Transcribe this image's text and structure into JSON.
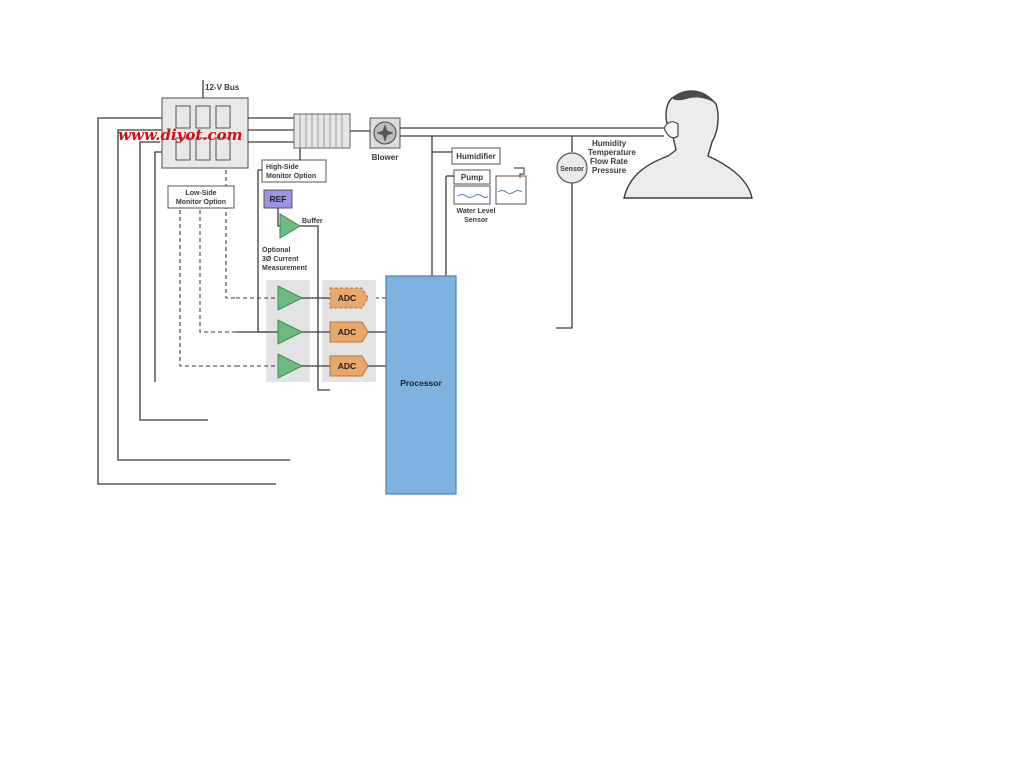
{
  "watermark": "www.diyot.com",
  "bus": {
    "label": "12-V Bus"
  },
  "power_stage": {
    "low_side_monitor": [
      "Low-Side",
      "Monitor Option"
    ],
    "high_side_monitor": [
      "High-Side",
      "Monitor Option"
    ]
  },
  "blower": {
    "label": "Blower"
  },
  "humidifier": {
    "label": "Humidifier"
  },
  "pump": {
    "label": "Pump"
  },
  "water_level_sensor": [
    "Water Level",
    "Sensor"
  ],
  "sensor": {
    "label": "Sensor",
    "measurements": [
      "Humidity",
      "Temperature",
      "Flow Rate",
      "Pressure"
    ]
  },
  "current_sense": {
    "ref_label": "REF",
    "buffer_label": "Buffer",
    "optional_label": [
      "Optional",
      "3Ø Current",
      "Measurement"
    ],
    "adc_label": "ADC"
  },
  "processor": {
    "label": "Processor"
  },
  "colors": {
    "processor": "#7fb2e0",
    "amplifier": "#6dbb7e",
    "adc_dac": "#e8a76b",
    "power": "#d0a85a",
    "logic": "#d9626a",
    "interface": "#dc6fd0",
    "clocks": "#f2ef9a",
    "other": "#9c93e6",
    "panel": "#e2e2e2"
  }
}
